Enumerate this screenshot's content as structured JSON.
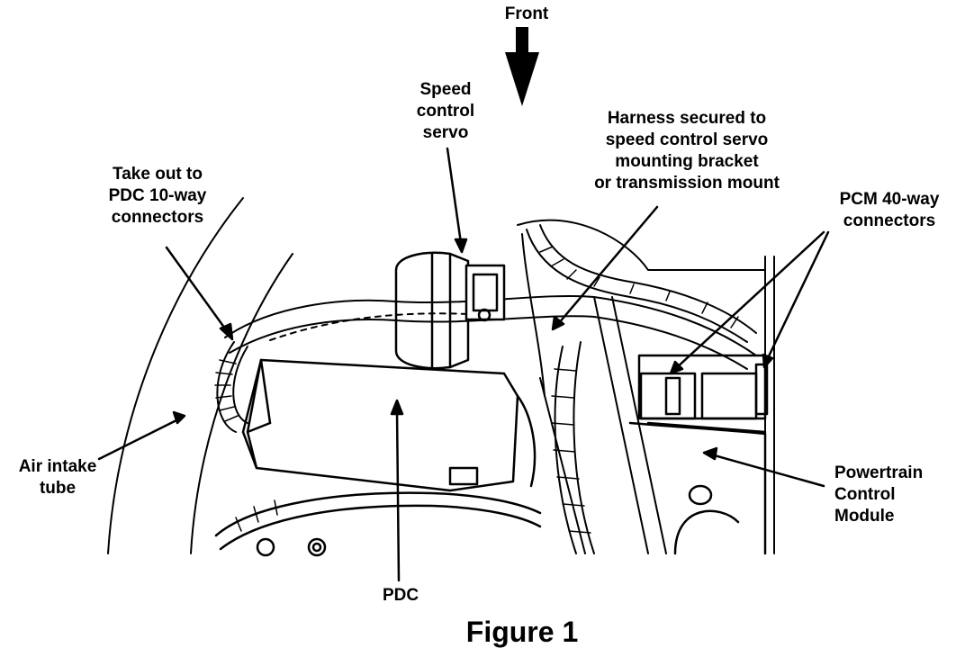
{
  "labels": {
    "front": "Front",
    "speed_control_servo": [
      "Speed",
      "control",
      "servo"
    ],
    "harness_secured": [
      "Harness secured to",
      "speed control servo",
      "mounting bracket",
      "or transmission mount"
    ],
    "take_out_pdc": [
      "Take out to",
      "PDC 10-way",
      "connectors"
    ],
    "pcm_connectors": [
      "PCM 40-way",
      "connectors"
    ],
    "air_intake_tube": [
      "Air intake",
      "tube"
    ],
    "powertrain_control_module": [
      "Powertrain",
      "Control",
      "Module"
    ],
    "pdc": "PDC"
  },
  "caption": "Figure 1",
  "colors": {
    "ink": "#000000",
    "paper": "#ffffff"
  }
}
